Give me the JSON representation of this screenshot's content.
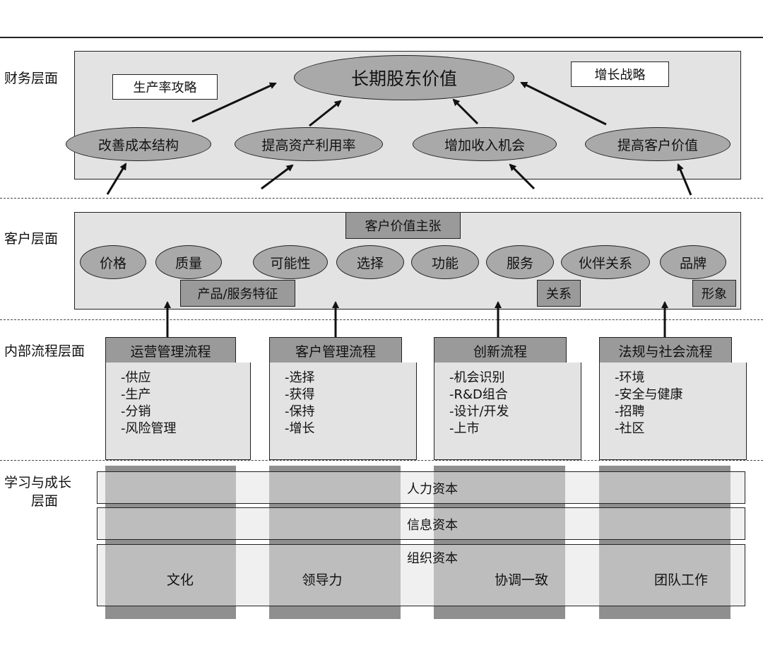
{
  "rows": {
    "finance": "财务层面",
    "customer": "客户层面",
    "internal": "内部流程层面",
    "learning_line1": "学习与成长",
    "learning_line2": "层面"
  },
  "finance": {
    "center": "长期股东价值",
    "left_tag": "生产率攻略",
    "right_tag": "增长战略",
    "items": [
      "改善成本结构",
      "提高资产利用率",
      "增加收入机会",
      "提高客户价值"
    ]
  },
  "customer": {
    "value_prop": "客户价值主张",
    "items": [
      "价格",
      "质量",
      "可能性",
      "选择",
      "功能",
      "服务",
      "伙伴关系",
      "品牌"
    ],
    "tags": [
      "产品/服务特征",
      "关系",
      "形象"
    ]
  },
  "processes": [
    {
      "title": "运营管理流程",
      "items": [
        "-供应",
        "-生产",
        "-分销",
        "-风险管理"
      ]
    },
    {
      "title": "客户管理流程",
      "items": [
        "-选择",
        "-获得",
        "-保持",
        "-增长"
      ]
    },
    {
      "title": "创新流程",
      "items": [
        "-机会识别",
        "-R&D组合",
        "-设计/开发",
        "-上市"
      ]
    },
    {
      "title": "法规与社会流程",
      "items": [
        "-环境",
        "-安全与健康",
        "-招聘",
        "-社区"
      ]
    }
  ],
  "learning": {
    "capitals": [
      "人力资本",
      "信息资本",
      "组织资本"
    ],
    "columns": [
      "文化",
      "领导力",
      "协调一致",
      "团队工作"
    ]
  },
  "colors": {
    "panel": "#e3e3e3",
    "ellipse": "#a9a9a9",
    "header": "#9a9a9a",
    "column": "#8f8f8f",
    "line": "#222222"
  }
}
